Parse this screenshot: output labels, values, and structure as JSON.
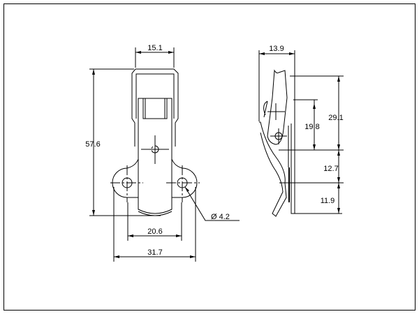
{
  "front_view": {
    "width_top": "15.1",
    "height_total": "57.6",
    "hole_spacing": "20.6",
    "base_width": "31.7",
    "hole_diameter": "Ø 4.2"
  },
  "side_view": {
    "depth": "13.9",
    "upper_height": "29.1",
    "pivot_offset": "19.8",
    "middle_height": "12.7",
    "lower_height": "11.9"
  }
}
